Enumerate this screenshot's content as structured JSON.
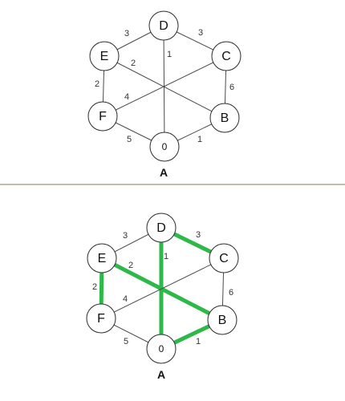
{
  "colors": {
    "edge": "#4a4a4a",
    "highlight": "#2fb84a",
    "divider": "#8b7a55"
  },
  "diagrams": [
    {
      "caption": "A",
      "nodes": [
        {
          "id": "D",
          "label": "D"
        },
        {
          "id": "C",
          "label": "C"
        },
        {
          "id": "B",
          "label": "B"
        },
        {
          "id": "0",
          "label": "0"
        },
        {
          "id": "F",
          "label": "F"
        },
        {
          "id": "E",
          "label": "E"
        }
      ],
      "edges": [
        {
          "from": "E",
          "to": "D",
          "weight": "3"
        },
        {
          "from": "D",
          "to": "C",
          "weight": "3"
        },
        {
          "from": "C",
          "to": "B",
          "weight": "6"
        },
        {
          "from": "B",
          "to": "0",
          "weight": "1"
        },
        {
          "from": "0",
          "to": "F",
          "weight": "5"
        },
        {
          "from": "F",
          "to": "E",
          "weight": "2"
        },
        {
          "from": "D",
          "to": "0",
          "weight": "1"
        },
        {
          "from": "E",
          "to": "B",
          "weight": "2"
        },
        {
          "from": "F",
          "to": "C",
          "weight": "4"
        }
      ],
      "highlighted": []
    },
    {
      "caption": "A",
      "nodes": [
        {
          "id": "D",
          "label": "D"
        },
        {
          "id": "C",
          "label": "C"
        },
        {
          "id": "B",
          "label": "B"
        },
        {
          "id": "0",
          "label": "0"
        },
        {
          "id": "F",
          "label": "F"
        },
        {
          "id": "E",
          "label": "E"
        }
      ],
      "edges": [
        {
          "from": "E",
          "to": "D",
          "weight": "3"
        },
        {
          "from": "D",
          "to": "C",
          "weight": "3"
        },
        {
          "from": "C",
          "to": "B",
          "weight": "6"
        },
        {
          "from": "B",
          "to": "0",
          "weight": "1"
        },
        {
          "from": "0",
          "to": "F",
          "weight": "5"
        },
        {
          "from": "F",
          "to": "E",
          "weight": "2"
        },
        {
          "from": "D",
          "to": "0",
          "weight": "1"
        },
        {
          "from": "E",
          "to": "B",
          "weight": "2"
        },
        {
          "from": "F",
          "to": "C",
          "weight": "4"
        }
      ],
      "highlighted": [
        "D-C",
        "D-0",
        "E-B",
        "F-E",
        "B-0"
      ]
    }
  ]
}
